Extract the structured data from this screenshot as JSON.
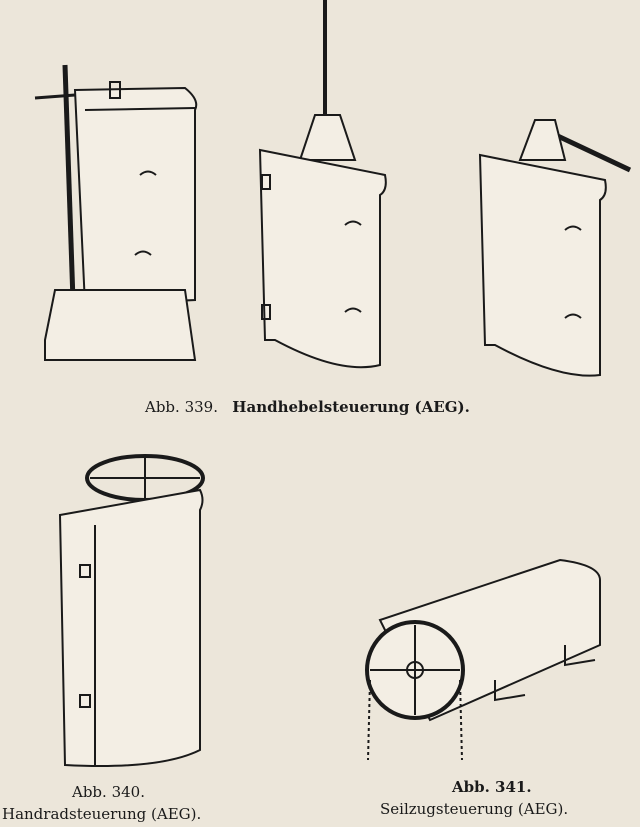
{
  "figures": [
    {
      "number": "Abb. 339.",
      "title": "Handhebelsteuerung (AEG)."
    },
    {
      "number": "Abb. 340.",
      "title": "Handradsteuerung (AEG)."
    },
    {
      "number": "Abb. 341.",
      "title": "Seilzugsteuerung (AEG)."
    }
  ]
}
